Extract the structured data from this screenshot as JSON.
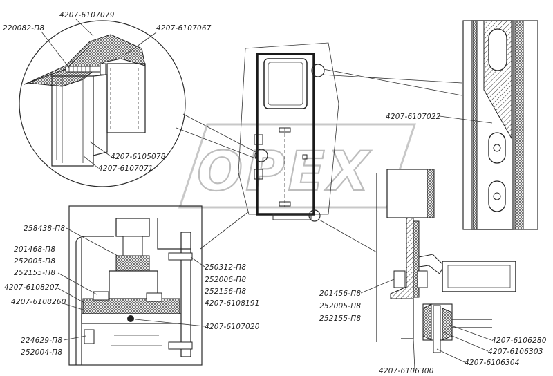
{
  "watermark": "OPEX",
  "labels": {
    "l1": "4207-6107079",
    "l2": "220082-П8",
    "l3": "4207-6107067",
    "l4": "4207-6105078",
    "l5": "4207-6107071",
    "l6": "4207-6107022",
    "l7": "258438-П8",
    "l8": "201468-П8",
    "l9": "252005-П8",
    "l10": "252155-П8",
    "l11": "4207-6108207",
    "l12": "4207-6108260",
    "l13": "250312-П8",
    "l14": "252006-П8",
    "l15": "252156-П8",
    "l16": "4207-6108191",
    "l17": "4207-6107020",
    "l18": "224629-П8",
    "l19": "252004-П8",
    "l20": "201456-П8",
    "l21": "252005-П8",
    "l22": "252155-П8",
    "l23": "4207-6106280",
    "l24": "4207-6106303",
    "l25": "4207-6106304",
    "l26": "4207-6106300"
  }
}
